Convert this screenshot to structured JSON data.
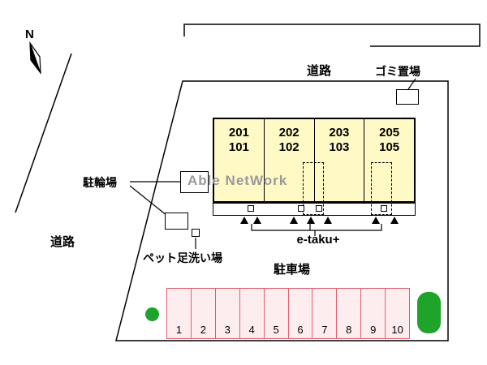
{
  "compass": {
    "north": "N"
  },
  "roads": {
    "top": "道路",
    "left": "道路"
  },
  "garbage_area": {
    "label": "ゴミ置場"
  },
  "bicycle_parking": {
    "label": "駐輪場"
  },
  "pet_wash": {
    "label": "ペット足洗い場"
  },
  "building": {
    "watermark": "Able NetWork",
    "entrance_system": "e-taku+",
    "units": [
      {
        "upper": "201",
        "lower": "101"
      },
      {
        "upper": "202",
        "lower": "102"
      },
      {
        "upper": "203",
        "lower": "103"
      },
      {
        "upper": "205",
        "lower": "105"
      }
    ]
  },
  "parking": {
    "label": "駐車場",
    "spaces": [
      "1",
      "2",
      "3",
      "4",
      "5",
      "6",
      "7",
      "8",
      "9",
      "10"
    ]
  },
  "colors": {
    "unit_fill": "#FFF9C6",
    "parking_border": "#E0606E",
    "parking_fill": "#FDEDEE",
    "green": "#1EA32B"
  }
}
